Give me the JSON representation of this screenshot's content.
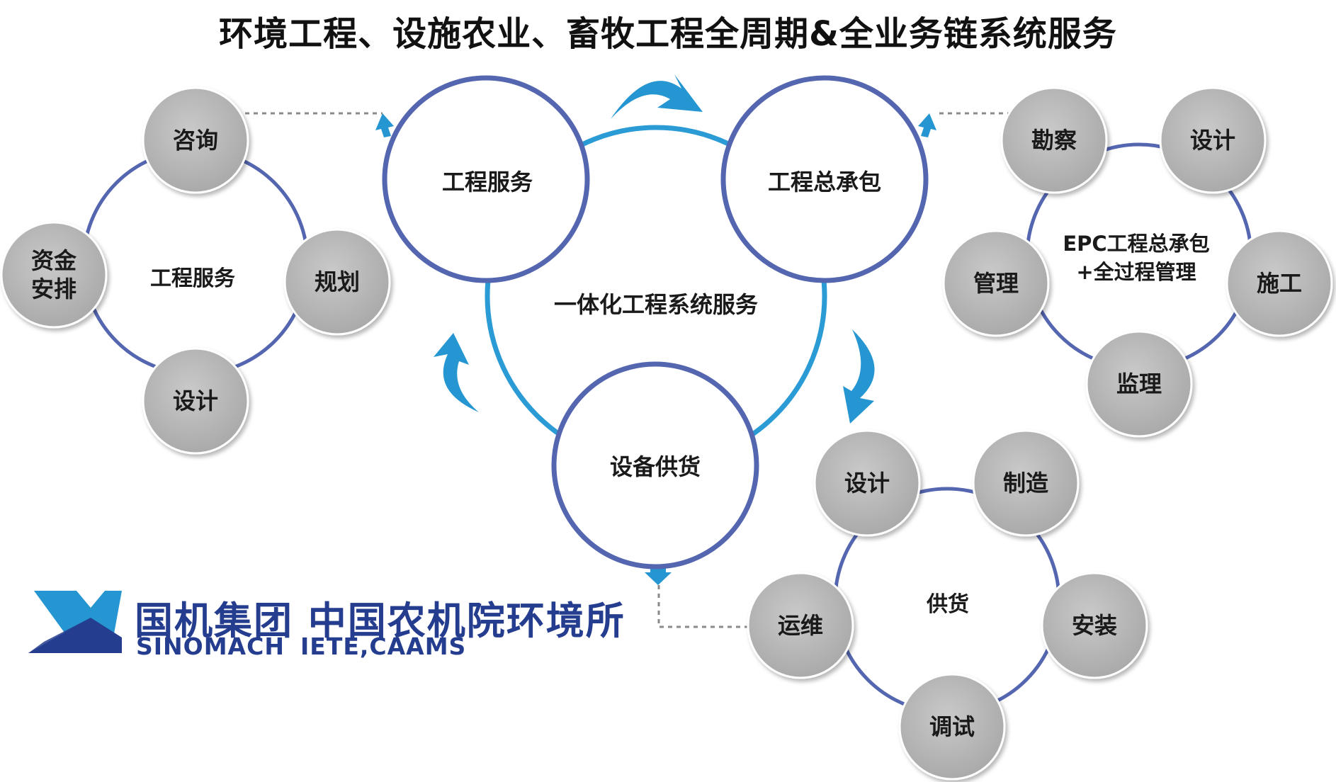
{
  "title": "环境工程、设施农业、畜牧工程全周期&全业务链系统服务",
  "center_label": "一体化工程系统服务",
  "main_nodes": {
    "engineering_service": "工程服务",
    "general_contracting": "工程总承包",
    "equipment_supply": "设备供货"
  },
  "clusters": {
    "engineering_service": {
      "center": "工程服务",
      "items": [
        "咨询",
        "规划",
        "设计",
        "资金安排"
      ]
    },
    "epc": {
      "center": "EPC工程总承包+全过程管理",
      "items": [
        "勘察",
        "设计",
        "施工",
        "监理",
        "管理"
      ]
    },
    "supply": {
      "center": "供货",
      "items": [
        "设计",
        "制造",
        "安装",
        "调试",
        "运维"
      ]
    }
  },
  "logo": {
    "cn": "国机集团 中国农机院环境所",
    "en_primary": "SINOMACH",
    "en_secondary": "IETE,CAAMS"
  },
  "colors": {
    "ring_dark": "#5466b0",
    "ring_light": "#2b9bd6",
    "arrow": "#2596d2",
    "node_gray": "#b9b9b9",
    "logo_blue": "#253d8f"
  }
}
